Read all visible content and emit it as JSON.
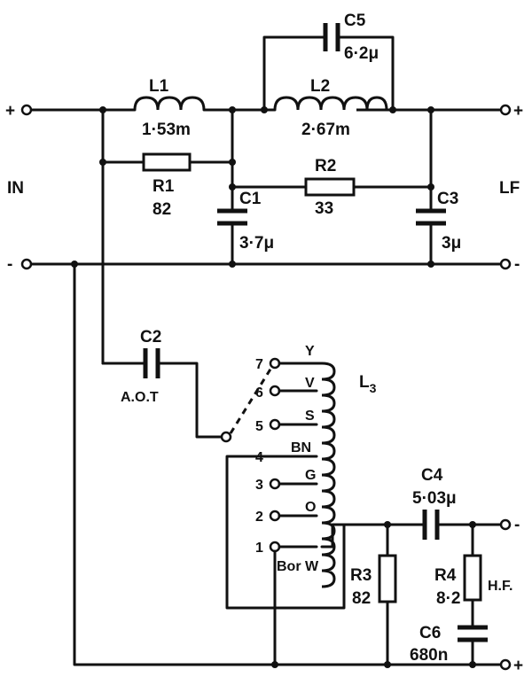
{
  "terminals": {
    "in_plus": "+",
    "in_minus": "-",
    "lf_plus": "+",
    "lf_minus": "-",
    "hf_plus": "+",
    "hf_minus": "-"
  },
  "labels": {
    "in": "IN",
    "lf": "LF",
    "hf": "H.F."
  },
  "components": {
    "L1": {
      "name": "L1",
      "value": "1·53m"
    },
    "L2": {
      "name": "L2",
      "value": "2·67m"
    },
    "C5": {
      "name": "C5",
      "value": "6·2μ"
    },
    "R1": {
      "name": "R1",
      "value": "82"
    },
    "R2": {
      "name": "R2",
      "value": "33"
    },
    "C1": {
      "name": "C1",
      "value": "3·7μ"
    },
    "C3": {
      "name": "C3",
      "value": "3μ"
    },
    "C2": {
      "name": "C2",
      "value": "A.O.T"
    },
    "L3": {
      "name": "L",
      "sub": "3"
    },
    "C4": {
      "name": "C4",
      "value": "5·03μ"
    },
    "R3": {
      "name": "R3",
      "value": "82"
    },
    "R4": {
      "name": "R4",
      "value": "8·2"
    },
    "C6": {
      "name": "C6",
      "value": "680n"
    }
  },
  "taps": [
    {
      "num": "7",
      "color": "Y"
    },
    {
      "num": "6",
      "color": "V"
    },
    {
      "num": "5",
      "color": "S"
    },
    {
      "num": "4",
      "color": "BN"
    },
    {
      "num": "3",
      "color": "G"
    },
    {
      "num": "2",
      "color": "O"
    },
    {
      "num": "1",
      "color": "Bor W"
    }
  ]
}
